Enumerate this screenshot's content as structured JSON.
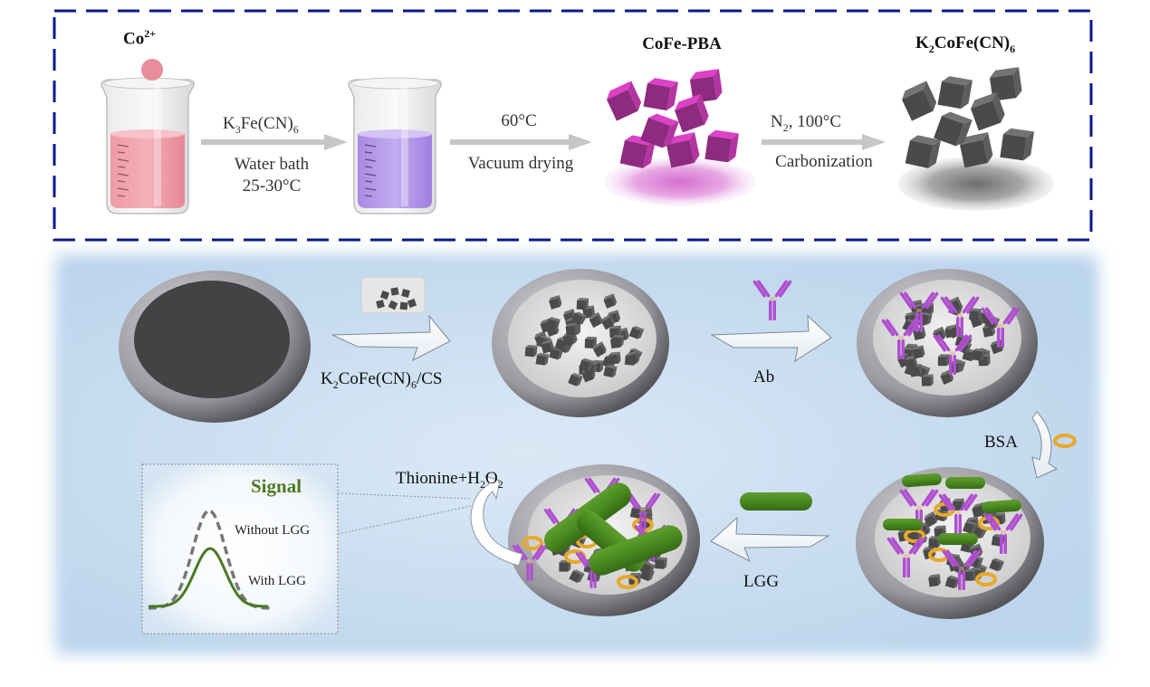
{
  "synthesis": {
    "reagent_start": {
      "label": "Co",
      "sup": "2+"
    },
    "step1": {
      "reagent_parts": [
        "K",
        "3",
        "Fe(CN)",
        "6"
      ],
      "condition1": "Water bath",
      "condition2": "25-30°C"
    },
    "step2": {
      "condition1": "60°C",
      "condition2": "Vacuum drying"
    },
    "intermediate": {
      "label": "CoFe-PBA"
    },
    "step3": {
      "condition1_parts": [
        "N",
        "2",
        ", 100°C"
      ],
      "condition2": "Carbonization"
    },
    "product": {
      "label_parts": [
        "K",
        "2",
        "CoFe(CN)",
        "6"
      ]
    }
  },
  "assembly": {
    "step1": {
      "label_parts": [
        "K",
        "2",
        "CoFe(CN)",
        "6",
        "/CS"
      ]
    },
    "step2": {
      "label": "Ab"
    },
    "step3": {
      "label": "BSA"
    },
    "step4": {
      "label": "LGG"
    },
    "step5": {
      "label_parts": [
        "Thionine+H",
        "2",
        "O",
        "2"
      ]
    }
  },
  "signal_panel": {
    "title": "Signal",
    "legend_without": "Without LGG",
    "legend_with": "With LGG"
  },
  "colors": {
    "frame_border": "#0a1a8c",
    "panel_bg": "#bdd6ec",
    "pink_solution": "#e9909c",
    "purple_solution": "#a98be0",
    "pba_cube": "#8e2a80",
    "carbon_cube": "#4a4a4a",
    "antibody": "#b04fd0",
    "bacteria": "#4c8a22",
    "bsa": "#e8a82a",
    "signal_green": "#4a7a22",
    "signal_gray": "#777777"
  }
}
